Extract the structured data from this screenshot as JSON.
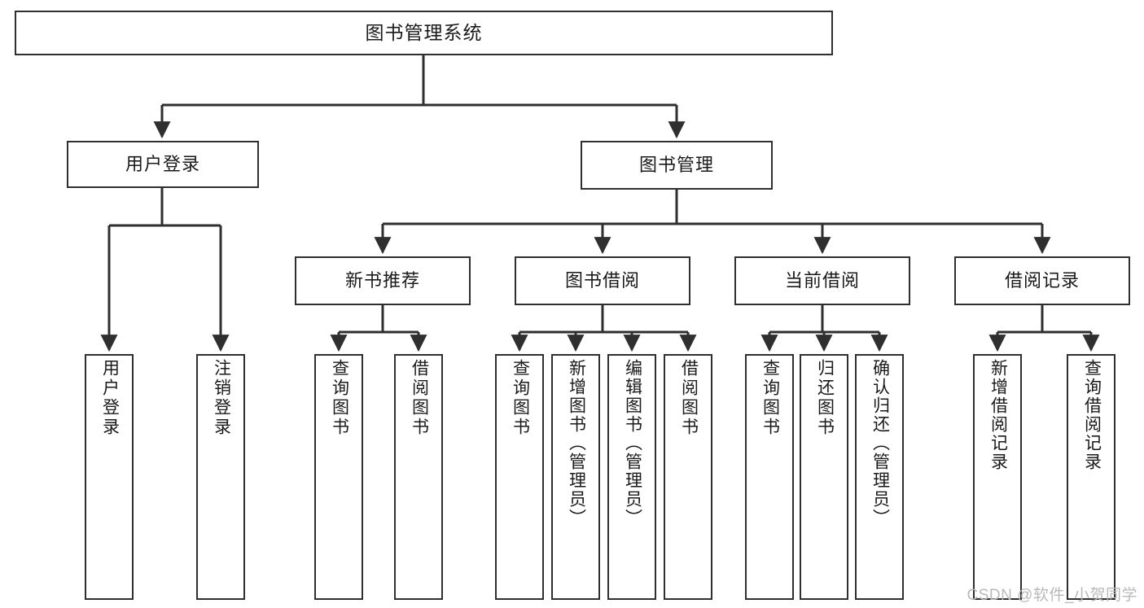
{
  "diagram": {
    "type": "tree",
    "title": "图书管理系统",
    "orientation": "top-down",
    "colors": {
      "stroke": "#2f2f2f",
      "fill": "#ffffff",
      "text": "#1a1a1a",
      "watermark": "#b9b9b9"
    },
    "root": {
      "label": "图书管理系统"
    },
    "level2": [
      {
        "label": "用户登录"
      },
      {
        "label": "图书管理"
      }
    ],
    "level3": [
      {
        "label": "新书推荐"
      },
      {
        "label": "图书借阅"
      },
      {
        "label": "当前借阅"
      },
      {
        "label": "借阅记录"
      }
    ],
    "leaves": {
      "user_login": [
        {
          "label": "用户登录"
        },
        {
          "label": "注销登录"
        }
      ],
      "new_book": [
        {
          "label": "查询图书"
        },
        {
          "label": "借阅图书"
        }
      ],
      "book_borrow": [
        {
          "label": "查询图书"
        },
        {
          "label": "新增图书（管理员）"
        },
        {
          "label": "编辑图书（管理员）"
        },
        {
          "label": "借阅图书"
        }
      ],
      "current_borrow": [
        {
          "label": "查询图书"
        },
        {
          "label": "归还图书"
        },
        {
          "label": "确认归还（管理员）"
        }
      ],
      "borrow_record": [
        {
          "label": "新增借阅记录"
        },
        {
          "label": "查询借阅记录"
        }
      ]
    },
    "watermark": "CSDN @软件_小贺同学"
  }
}
